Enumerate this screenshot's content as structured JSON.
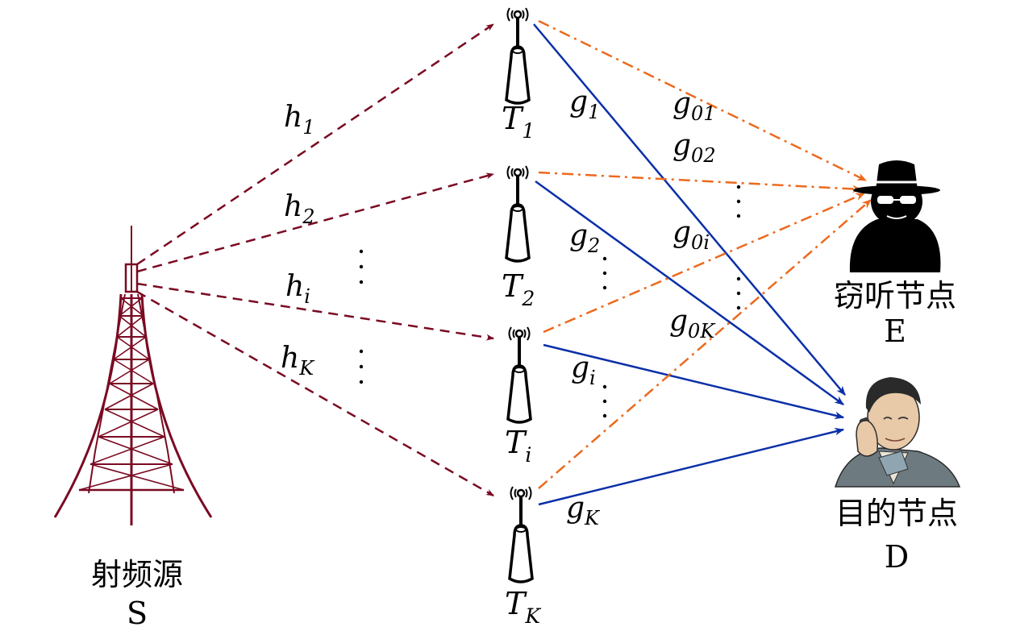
{
  "colors": {
    "source_link": "#7a0a22",
    "legit_link": "#0a2fa8",
    "eaves_link": "#ec6a1e",
    "tower": "#7a0a22"
  },
  "nodes": {
    "source": {
      "name": "射频源",
      "symbol": "S"
    },
    "eavesdropper": {
      "name": "窃听节点",
      "symbol": "E"
    },
    "destination": {
      "name": "目的节点",
      "symbol": "D"
    },
    "relays": [
      {
        "letter": "T",
        "sub": "1"
      },
      {
        "letter": "T",
        "sub": "2"
      },
      {
        "letter": "T",
        "sub": "i"
      },
      {
        "letter": "T",
        "sub": "K"
      }
    ]
  },
  "links": {
    "h": [
      {
        "letter": "h",
        "sub": "1"
      },
      {
        "letter": "h",
        "sub": "2"
      },
      {
        "letter": "h",
        "sub": "i"
      },
      {
        "letter": "h",
        "sub": "K"
      }
    ],
    "g": [
      {
        "letter": "g",
        "sub": "1"
      },
      {
        "letter": "g",
        "sub": "2"
      },
      {
        "letter": "g",
        "sub": "i"
      },
      {
        "letter": "g",
        "sub": "K"
      }
    ],
    "g0": [
      {
        "letter": "g",
        "sub": "01"
      },
      {
        "letter": "g",
        "sub": "02"
      },
      {
        "letter": "g",
        "sub": "0i"
      },
      {
        "letter": "g",
        "sub": "0K"
      }
    ]
  },
  "icons": {
    "source": "radio-tower-icon",
    "relay": "antenna-icon",
    "eavesdropper": "spy-icon",
    "destination": "phone-user-icon"
  }
}
